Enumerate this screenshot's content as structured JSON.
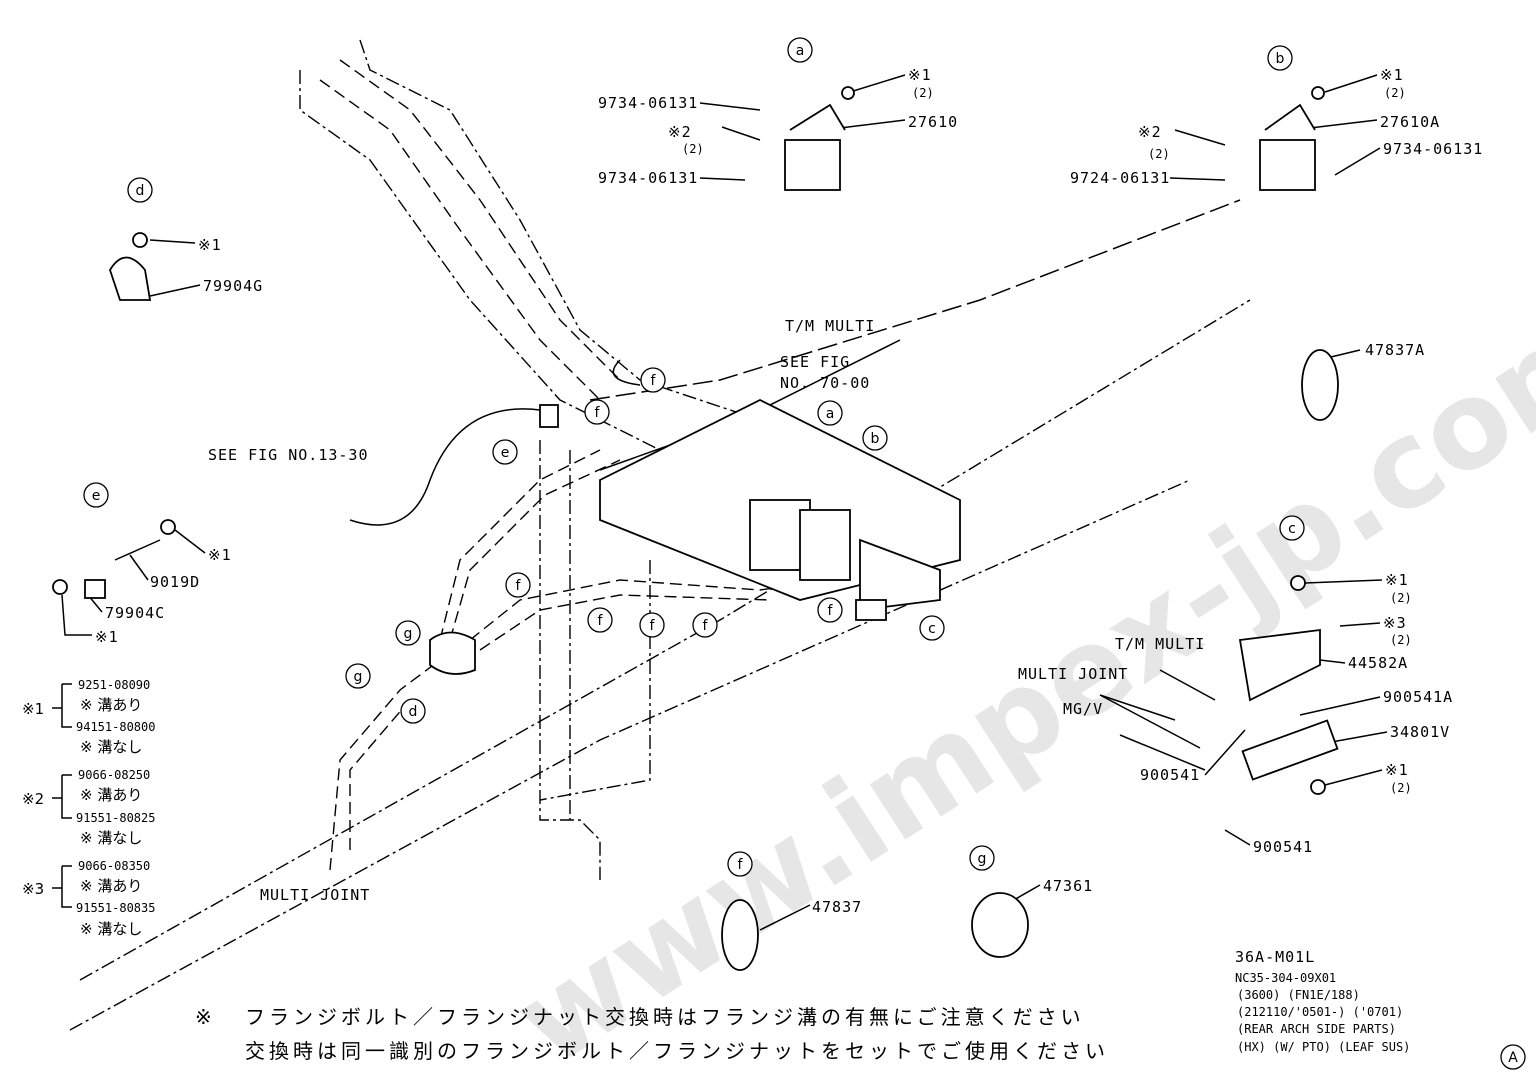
{
  "watermark": "www.impex-jp.com",
  "callouts": {
    "a": "a",
    "b": "b",
    "c": "c",
    "d": "d",
    "e": "e",
    "f": "f",
    "g": "g",
    "A": "A"
  },
  "detail_a": {
    "p1": "9734-06131",
    "p2": "※2",
    "p2q": "(2)",
    "p3": "9734-06131",
    "p4": "※1",
    "p4q": "(2)",
    "p5": "27610"
  },
  "detail_b": {
    "p1": "※2",
    "p1q": "(2)",
    "p2": "9724-06131",
    "p3": "※1",
    "p3q": "(2)",
    "p4": "27610A",
    "p5": "9734-06131"
  },
  "detail_d": {
    "p1": "※1",
    "p2": "79904G"
  },
  "detail_e": {
    "p1": "※1",
    "p2": "9019D",
    "p3": "79904C",
    "p4": "※1"
  },
  "detail_c": {
    "p1": "※1",
    "p1q": "(2)",
    "p2": "※3",
    "p2q": "(2)",
    "p3": "44582A",
    "p4": "900541A",
    "p5": "34801V",
    "p6": "900541",
    "p7": "※1",
    "p7q": "(2)",
    "p8": "900541",
    "tm": "T/M MULTI",
    "mj": "MULTI JOINT",
    "mgv": "MG/V"
  },
  "detail_f": {
    "p1": "47837"
  },
  "detail_g": {
    "p1": "47361"
  },
  "tie_right": "47837A",
  "main": {
    "tm_multi": "T/M MULTI",
    "see_fig_1": "SEE FIG",
    "see_fig_2": "NO. 70-00",
    "see_fig_13": "SEE FIG NO.13-30",
    "multi_joint": "MULTI JOINT"
  },
  "legend": [
    {
      "mark": "※1",
      "a_num": "9251-08090",
      "a_note": "※ 溝あり",
      "b_num": "94151-80800",
      "b_note": "※ 溝なし"
    },
    {
      "mark": "※2",
      "a_num": "9066-08250",
      "a_note": "※ 溝あり",
      "b_num": "91551-80825",
      "b_note": "※ 溝なし"
    },
    {
      "mark": "※3",
      "a_num": "9066-08350",
      "a_note": "※ 溝あり",
      "b_num": "91551-80835",
      "b_note": "※ 溝なし"
    }
  ],
  "note": {
    "mark": "※",
    "line1": "フランジボルト／フランジナット交換時はフランジ溝の有無にご注意ください",
    "line2": "交換時は同一識別のフランジボルト／フランジナットをセットでご使用ください"
  },
  "code": [
    "36A-M01L",
    "NC35-304-09X01",
    "(3600) (FN1E/188)",
    "(212110/'0501-) ('0701)",
    "(REAR ARCH SIDE PARTS)",
    "(HX) (W/ PTO) (LEAF SUS)"
  ]
}
